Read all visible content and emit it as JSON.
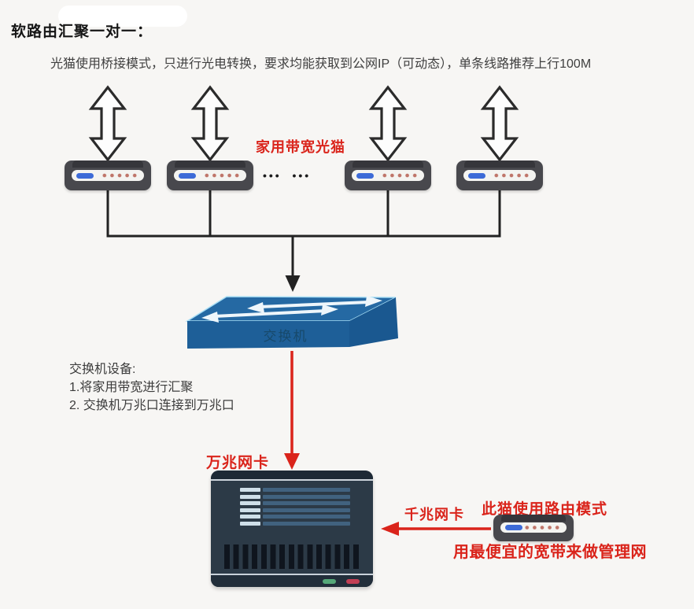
{
  "header": {
    "title": "软路由汇聚一对一：",
    "subtitle": "光猫使用桥接模式，只进行光电转换，要求均能获取到公网IP（可动态），单条线路推荐上行100M"
  },
  "modems": {
    "group_label": "家用带宽光猫",
    "ellipsis": "•••  •••"
  },
  "switch": {
    "label": "交换机",
    "note_title": "交换机设备:",
    "note_1": "1.将家用带宽进行汇聚",
    "note_2": "2. 交换机万兆口连接到万兆口"
  },
  "server": {
    "uplink_label": "万兆网卡"
  },
  "management": {
    "nic_label": "千兆网卡",
    "modem_label": "此猫使用路由模式",
    "note": "用最便宜的宽带来做管理网"
  },
  "colors": {
    "accent_red": "#da241b",
    "line_black": "#222222",
    "switch_blue": "#2569a3",
    "server_dark": "#2c3a47"
  }
}
